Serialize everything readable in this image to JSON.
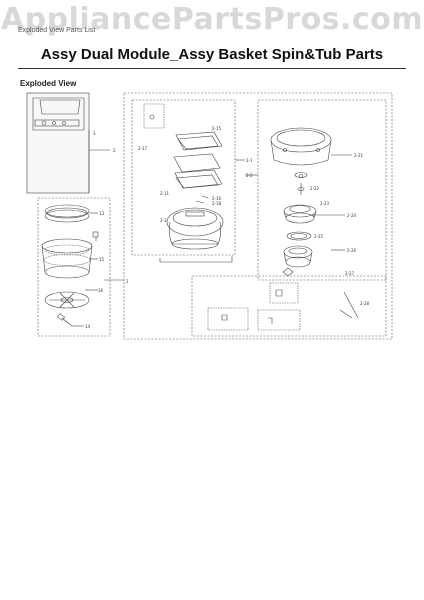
{
  "header": {
    "watermark": "AppliancePartsPros.com",
    "breadcrumb": "Exploded View Parts List"
  },
  "title": "Assy Dual Module_Assy Basket Spin&Tub Parts",
  "section_label": "Exploded View",
  "callouts": {
    "c1": "1",
    "c2": "2",
    "c3": "3",
    "c13": "13",
    "c14": "14",
    "c15": "15",
    "c16": "16",
    "c21": "2-1",
    "c22": "2-2",
    "c23": "2-3",
    "c211": "2-11",
    "c215": "2-15",
    "c216": "2-16",
    "c217": "2-17",
    "c218": "2-18",
    "c221": "2-21",
    "c222": "2-22",
    "c223": "2-23",
    "c224": "2-24",
    "c225": "2-25",
    "c226": "2-26",
    "c227": "2-27",
    "c228": "2-28"
  },
  "colors": {
    "line": "#444444",
    "dash": "#555555",
    "watermark": "#d8d8d8"
  }
}
